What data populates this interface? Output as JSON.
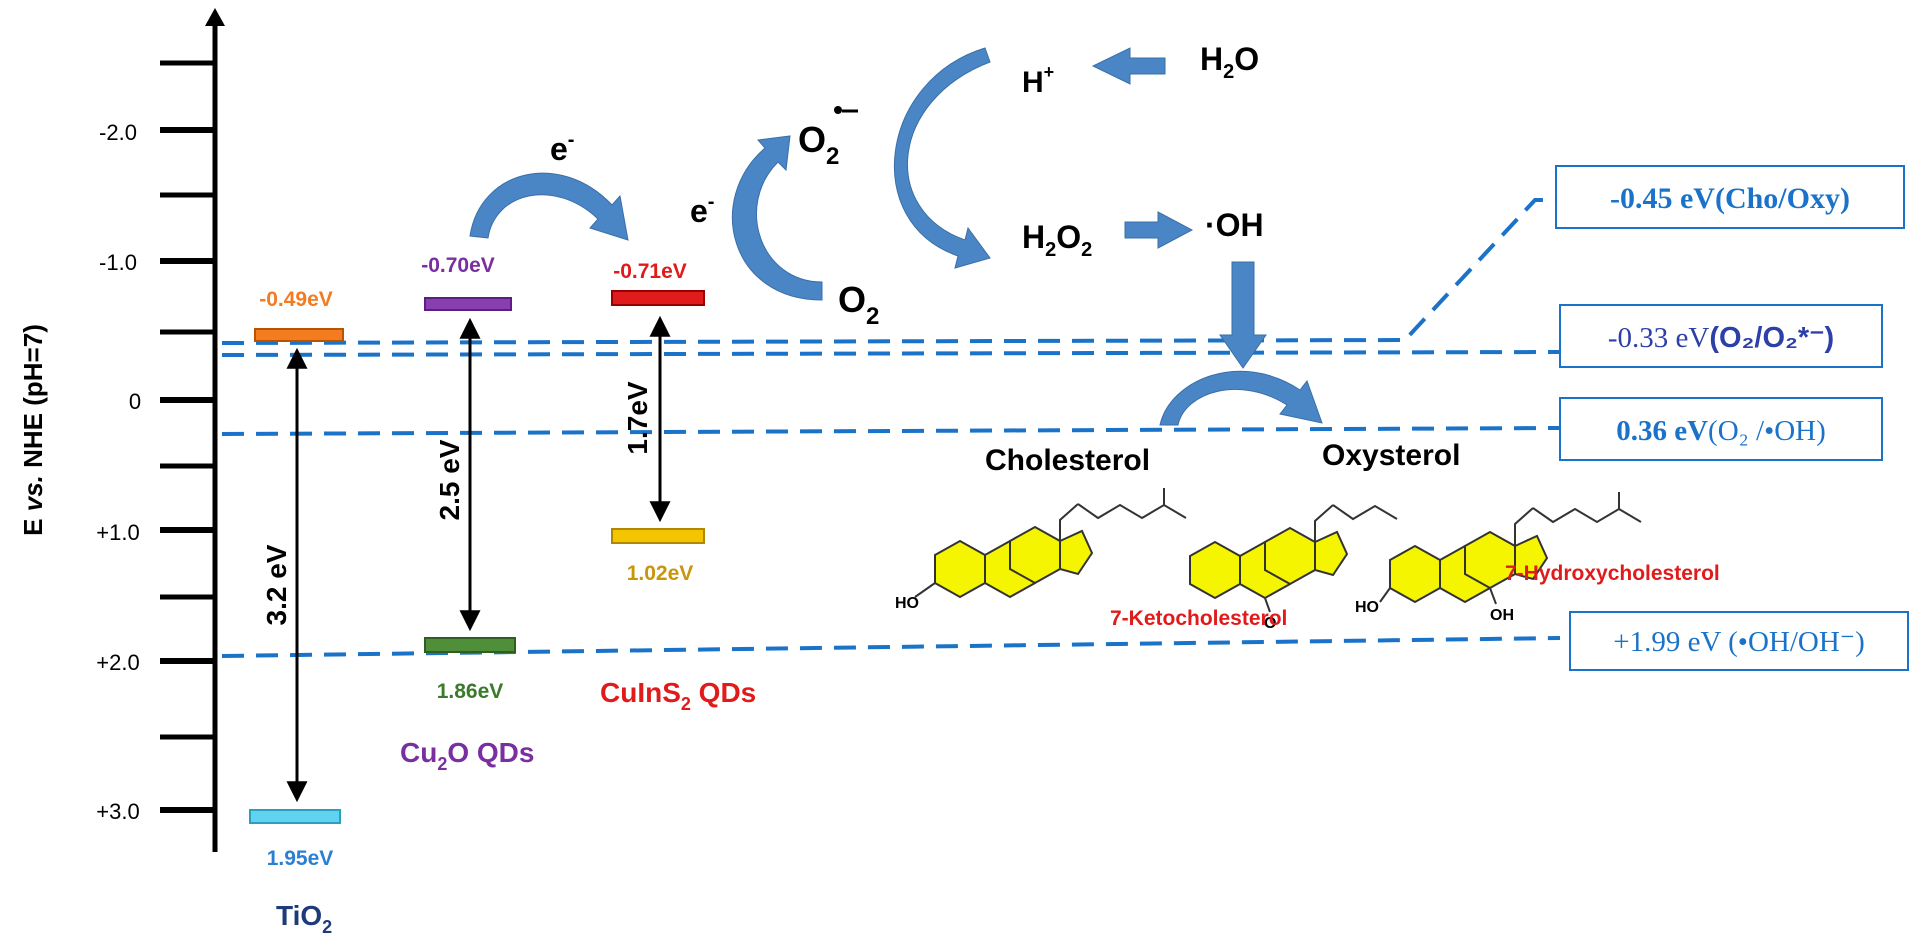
{
  "axis": {
    "label_main": "E ",
    "label_italic": "vs.",
    "label_tail": " NHE (pH=7)",
    "ticks": [
      "-2.0",
      "-1.0",
      "0",
      "+1.0",
      "+2.0",
      "+3.0"
    ]
  },
  "materials": {
    "tio2": {
      "name_main": "TiO",
      "name_sub": "2",
      "cb": "-0.49eV",
      "vb": "1.95eV",
      "gap": "3.2 eV",
      "cb_color": "#f47b20",
      "vb_color": "#2a7fd4"
    },
    "cu2o": {
      "name_pre": "Cu",
      "name_sub": "2",
      "name_post": "O QDs",
      "cb": "-0.70eV",
      "vb": "1.86eV",
      "gap": "2.5 eV",
      "cb_color": "#7a2fa0",
      "vb_color": "#3b7a2a"
    },
    "cuins2": {
      "name_pre": "CuInS",
      "name_sub": "2",
      "name_post": " QDs",
      "cb": "-0.71eV",
      "vb": "1.02eV",
      "gap": "1.7eV",
      "cb_color": "#e01b1b",
      "vb_color": "#c8960c"
    }
  },
  "reaction": {
    "electron_1": "e",
    "electron_sup": "-",
    "electron_2": "e",
    "o2": "O",
    "o2_sub": "2",
    "superoxide": "O",
    "superoxide_sub": "2",
    "h_plus": "H",
    "h_plus_sup": "+",
    "h2o_pre": "H",
    "h2o_sub": "2",
    "h2o_post": "O",
    "h2o2_pre": "H",
    "h2o2_sub": "2",
    "h2o2_mid": "O",
    "h2o2_sub2": "2",
    "oh_radical": "·OH"
  },
  "potentials": [
    {
      "text_main": "-0.45 eV(Cho/Oxy)",
      "color": "#1a73c8"
    },
    {
      "text_value": "-0.33 eV",
      "text_paren": "(O₂/O₂*⁻)",
      "color": "#2d3fa8"
    },
    {
      "text_value": "0.36 eV",
      "text_paren": "(O₂ /•OH)",
      "color": "#1a73c8"
    },
    {
      "text_main": "+1.99 eV (•OH/OH⁻)",
      "color": "#1a73c8"
    }
  ],
  "molecules": {
    "cholesterol_title": "Cholesterol",
    "oxysterol_title": "Oxysterol",
    "keto_label": "7-Ketocholesterol",
    "hydroxy_label": "7-Hydroxycholesterol",
    "ho": "HO",
    "oh": "OH",
    "o": "O"
  },
  "colors": {
    "dashed": "#1a73c8",
    "arrow_blue": "#4a86c5",
    "ring_fill": "#f5f500",
    "label_red": "#e01b1b",
    "label_purple": "#7a2fa0",
    "label_navy": "#1f3a7a"
  }
}
